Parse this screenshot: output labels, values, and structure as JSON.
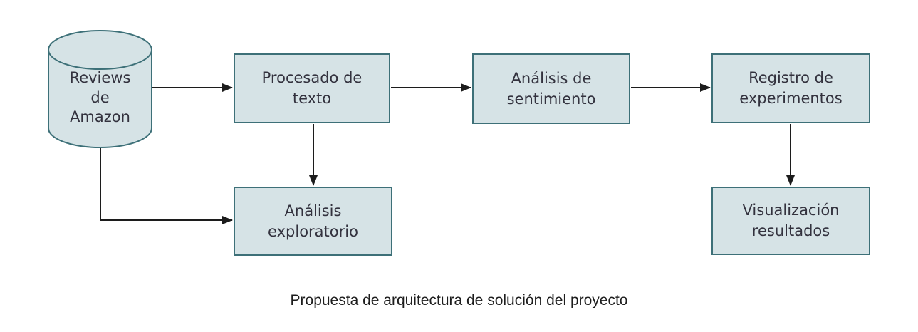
{
  "diagram": {
    "caption": "Propuesta de arquitectura de solución del proyecto",
    "colors": {
      "node_fill": "#d6e3e6",
      "node_border": "#3d7078",
      "arrow": "#1c1c1c",
      "text": "#33323e",
      "background": "#ffffff"
    },
    "nodes": {
      "source": {
        "shape": "cylinder",
        "label": "Reviews\nde\nAmazon"
      },
      "procesado": {
        "shape": "rect",
        "label": "Procesado de\ntexto"
      },
      "sentimiento": {
        "shape": "rect",
        "label": "Análisis de\nsentimiento"
      },
      "registro": {
        "shape": "rect",
        "label": "Registro de\nexperimentos"
      },
      "exploratorio": {
        "shape": "rect",
        "label": "Análisis\nexploratorio"
      },
      "visualizacion": {
        "shape": "rect",
        "label": "Visualización\nresultados"
      }
    },
    "edges": [
      {
        "from": "source",
        "to": "procesado"
      },
      {
        "from": "procesado",
        "to": "sentimiento"
      },
      {
        "from": "sentimiento",
        "to": "registro"
      },
      {
        "from": "procesado",
        "to": "exploratorio"
      },
      {
        "from": "registro",
        "to": "visualizacion"
      },
      {
        "from": "source",
        "to": "exploratorio"
      }
    ]
  }
}
